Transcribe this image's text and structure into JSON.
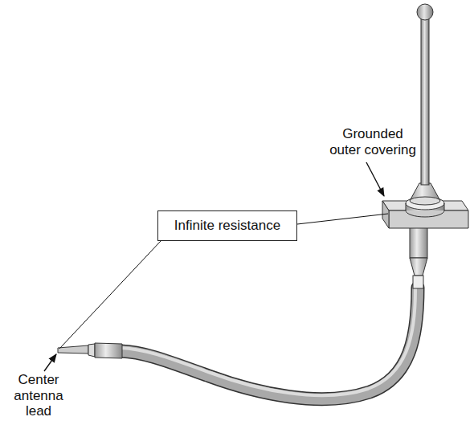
{
  "diagram": {
    "nodes": [
      {
        "text": [
          "Infinite resistance"
        ]
      }
    ],
    "labels": [
      "Grounded outer covering",
      "Center antenna lead"
    ]
  }
}
